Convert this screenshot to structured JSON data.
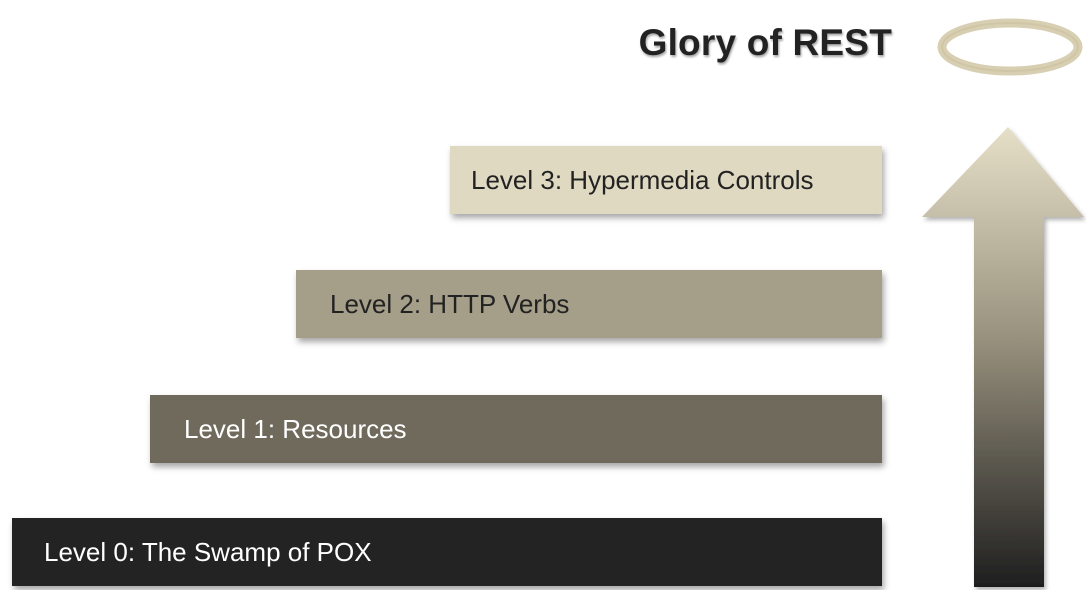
{
  "title": "Glory of REST",
  "levels": [
    {
      "label": "Level 3: Hypermedia Controls"
    },
    {
      "label": "Level 2: HTTP Verbs"
    },
    {
      "label": "Level 1: Resources"
    },
    {
      "label": "Level 0: The Swamp of POX"
    }
  ],
  "colors": {
    "level_3": "#e0d9c2",
    "level_2": "#a59e89",
    "level_1": "#6f6a5c",
    "level_0": "#232323",
    "halo": "#d8cfb2",
    "arrow_top": "#e6dfc8",
    "arrow_bottom": "#1e1e1e"
  },
  "icons": {
    "halo": "halo-icon",
    "arrow": "up-arrow-icon"
  }
}
